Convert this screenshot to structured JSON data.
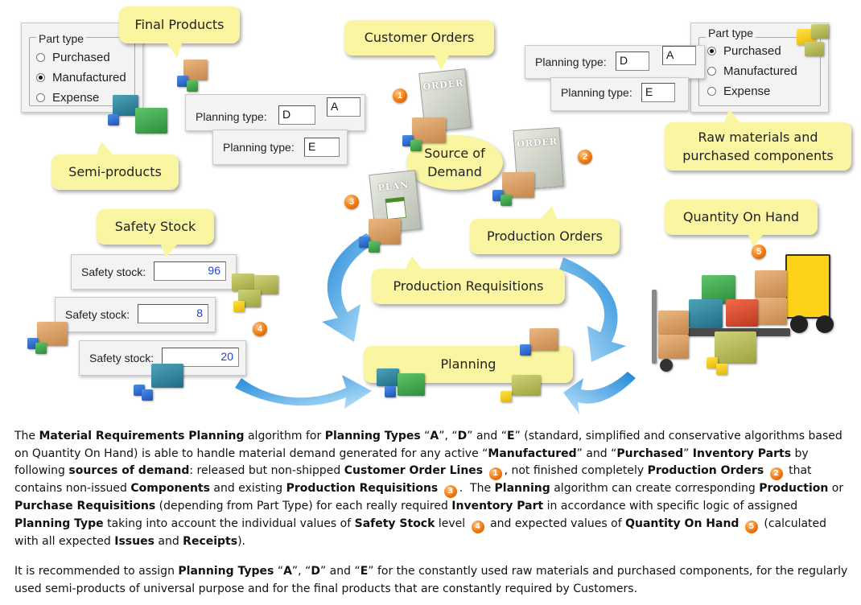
{
  "callouts": {
    "final_products": "Final Products",
    "customer_orders": "Customer Orders",
    "semi_products": "Semi-products",
    "raw_materials": "Raw materials and purchased components",
    "source_of_demand": "Source of Demand",
    "safety_stock": "Safety Stock",
    "production_orders": "Production Orders",
    "quantity_on_hand": "Quantity On Hand",
    "production_requisitions": "Production Requisitions",
    "planning": "Planning"
  },
  "left_part_type": {
    "legend": "Part type",
    "options": [
      "Purchased",
      "Manufactured",
      "Expense"
    ],
    "selected": "Manufactured"
  },
  "right_part_type": {
    "legend": "Part type",
    "options": [
      "Purchased",
      "Manufactured",
      "Expense"
    ],
    "selected": "Purchased"
  },
  "planning_type_left": {
    "label": "Planning type:",
    "row1_value": "D",
    "row1_extra": "A",
    "row2_value": "E"
  },
  "planning_type_right": {
    "label": "Planning type:",
    "row1_value": "D",
    "row1_extra": "A",
    "row2_value": "E"
  },
  "safety_stock_fields": [
    {
      "label": "Safety stock:",
      "value": "96"
    },
    {
      "label": "Safety stock:",
      "value": "8"
    },
    {
      "label": "Safety stock:",
      "value": "20"
    }
  ],
  "documents": {
    "order_label": "ORDER",
    "plan_label": "PLAN"
  },
  "badges": [
    "1",
    "2",
    "3",
    "4",
    "5"
  ],
  "colors": {
    "callout_bg": "#faf5a0",
    "arrow_blue": "#2e9ee6",
    "badge_orange": "#f07a10",
    "field_value_blue": "#1f3fd0"
  }
}
